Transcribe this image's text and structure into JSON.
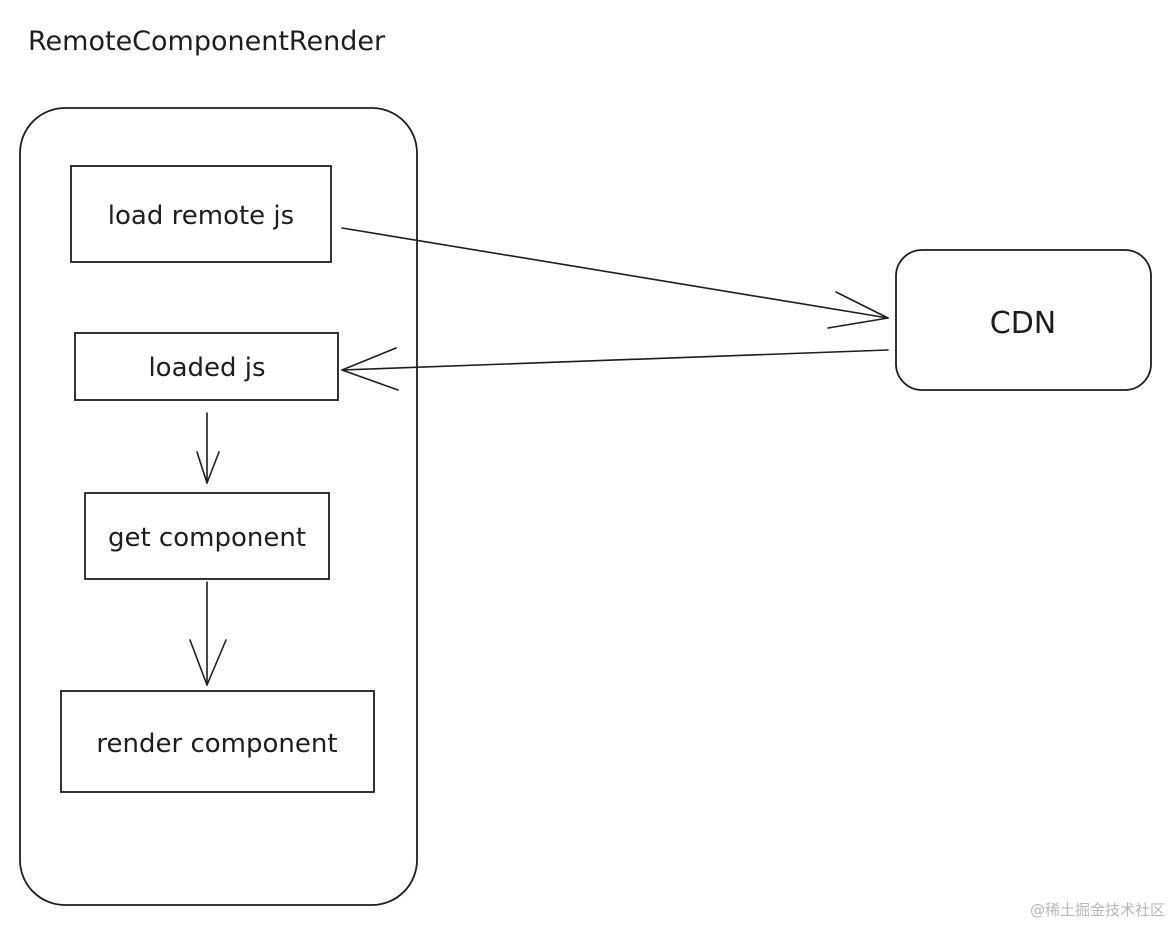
{
  "title": "RemoteComponentRender",
  "steps": {
    "load_remote_js": "load remote js",
    "loaded_js": "loaded js",
    "get_component": "get component",
    "render_component": "render component"
  },
  "cdn": "CDN",
  "watermark": "@稀土掘金技术社区",
  "colors": {
    "stroke": "#1e1e1e",
    "background": "#ffffff",
    "watermark": "#b9b9b9"
  }
}
